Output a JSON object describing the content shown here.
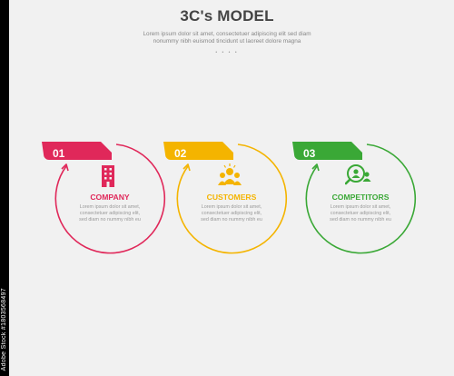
{
  "header": {
    "title": "3C's MODEL",
    "subtitle": "Lorem ipsum dolor sit amet, consectetuer adipiscing elit sed diam nonummy nibh euismod tincidunt ut laoreet dolore magna",
    "dots": "• • • •"
  },
  "items": [
    {
      "number": "01",
      "label": "COMPANY",
      "description": "Lorem ipsum dolor sit amet, consectetuer adipiscing elit, sed diam no nummy nibh eu",
      "color": "#e0285a",
      "icon": "building-icon"
    },
    {
      "number": "02",
      "label": "CUSTOMERS",
      "description": "Lorem ipsum dolor sit amet, consectetuer adipiscing elit, sed diam no nummy nibh eu",
      "color": "#f4b400",
      "icon": "customers-group-icon"
    },
    {
      "number": "03",
      "label": "COMPETITORS",
      "description": "Lorem ipsum dolor sit amet, consectetuer adipiscing elit, sed diam no nummy nibh eu",
      "color": "#3aa836",
      "icon": "search-people-icon"
    }
  ],
  "watermark": {
    "brand": "Adobe Stock",
    "id": "#1803568497"
  }
}
